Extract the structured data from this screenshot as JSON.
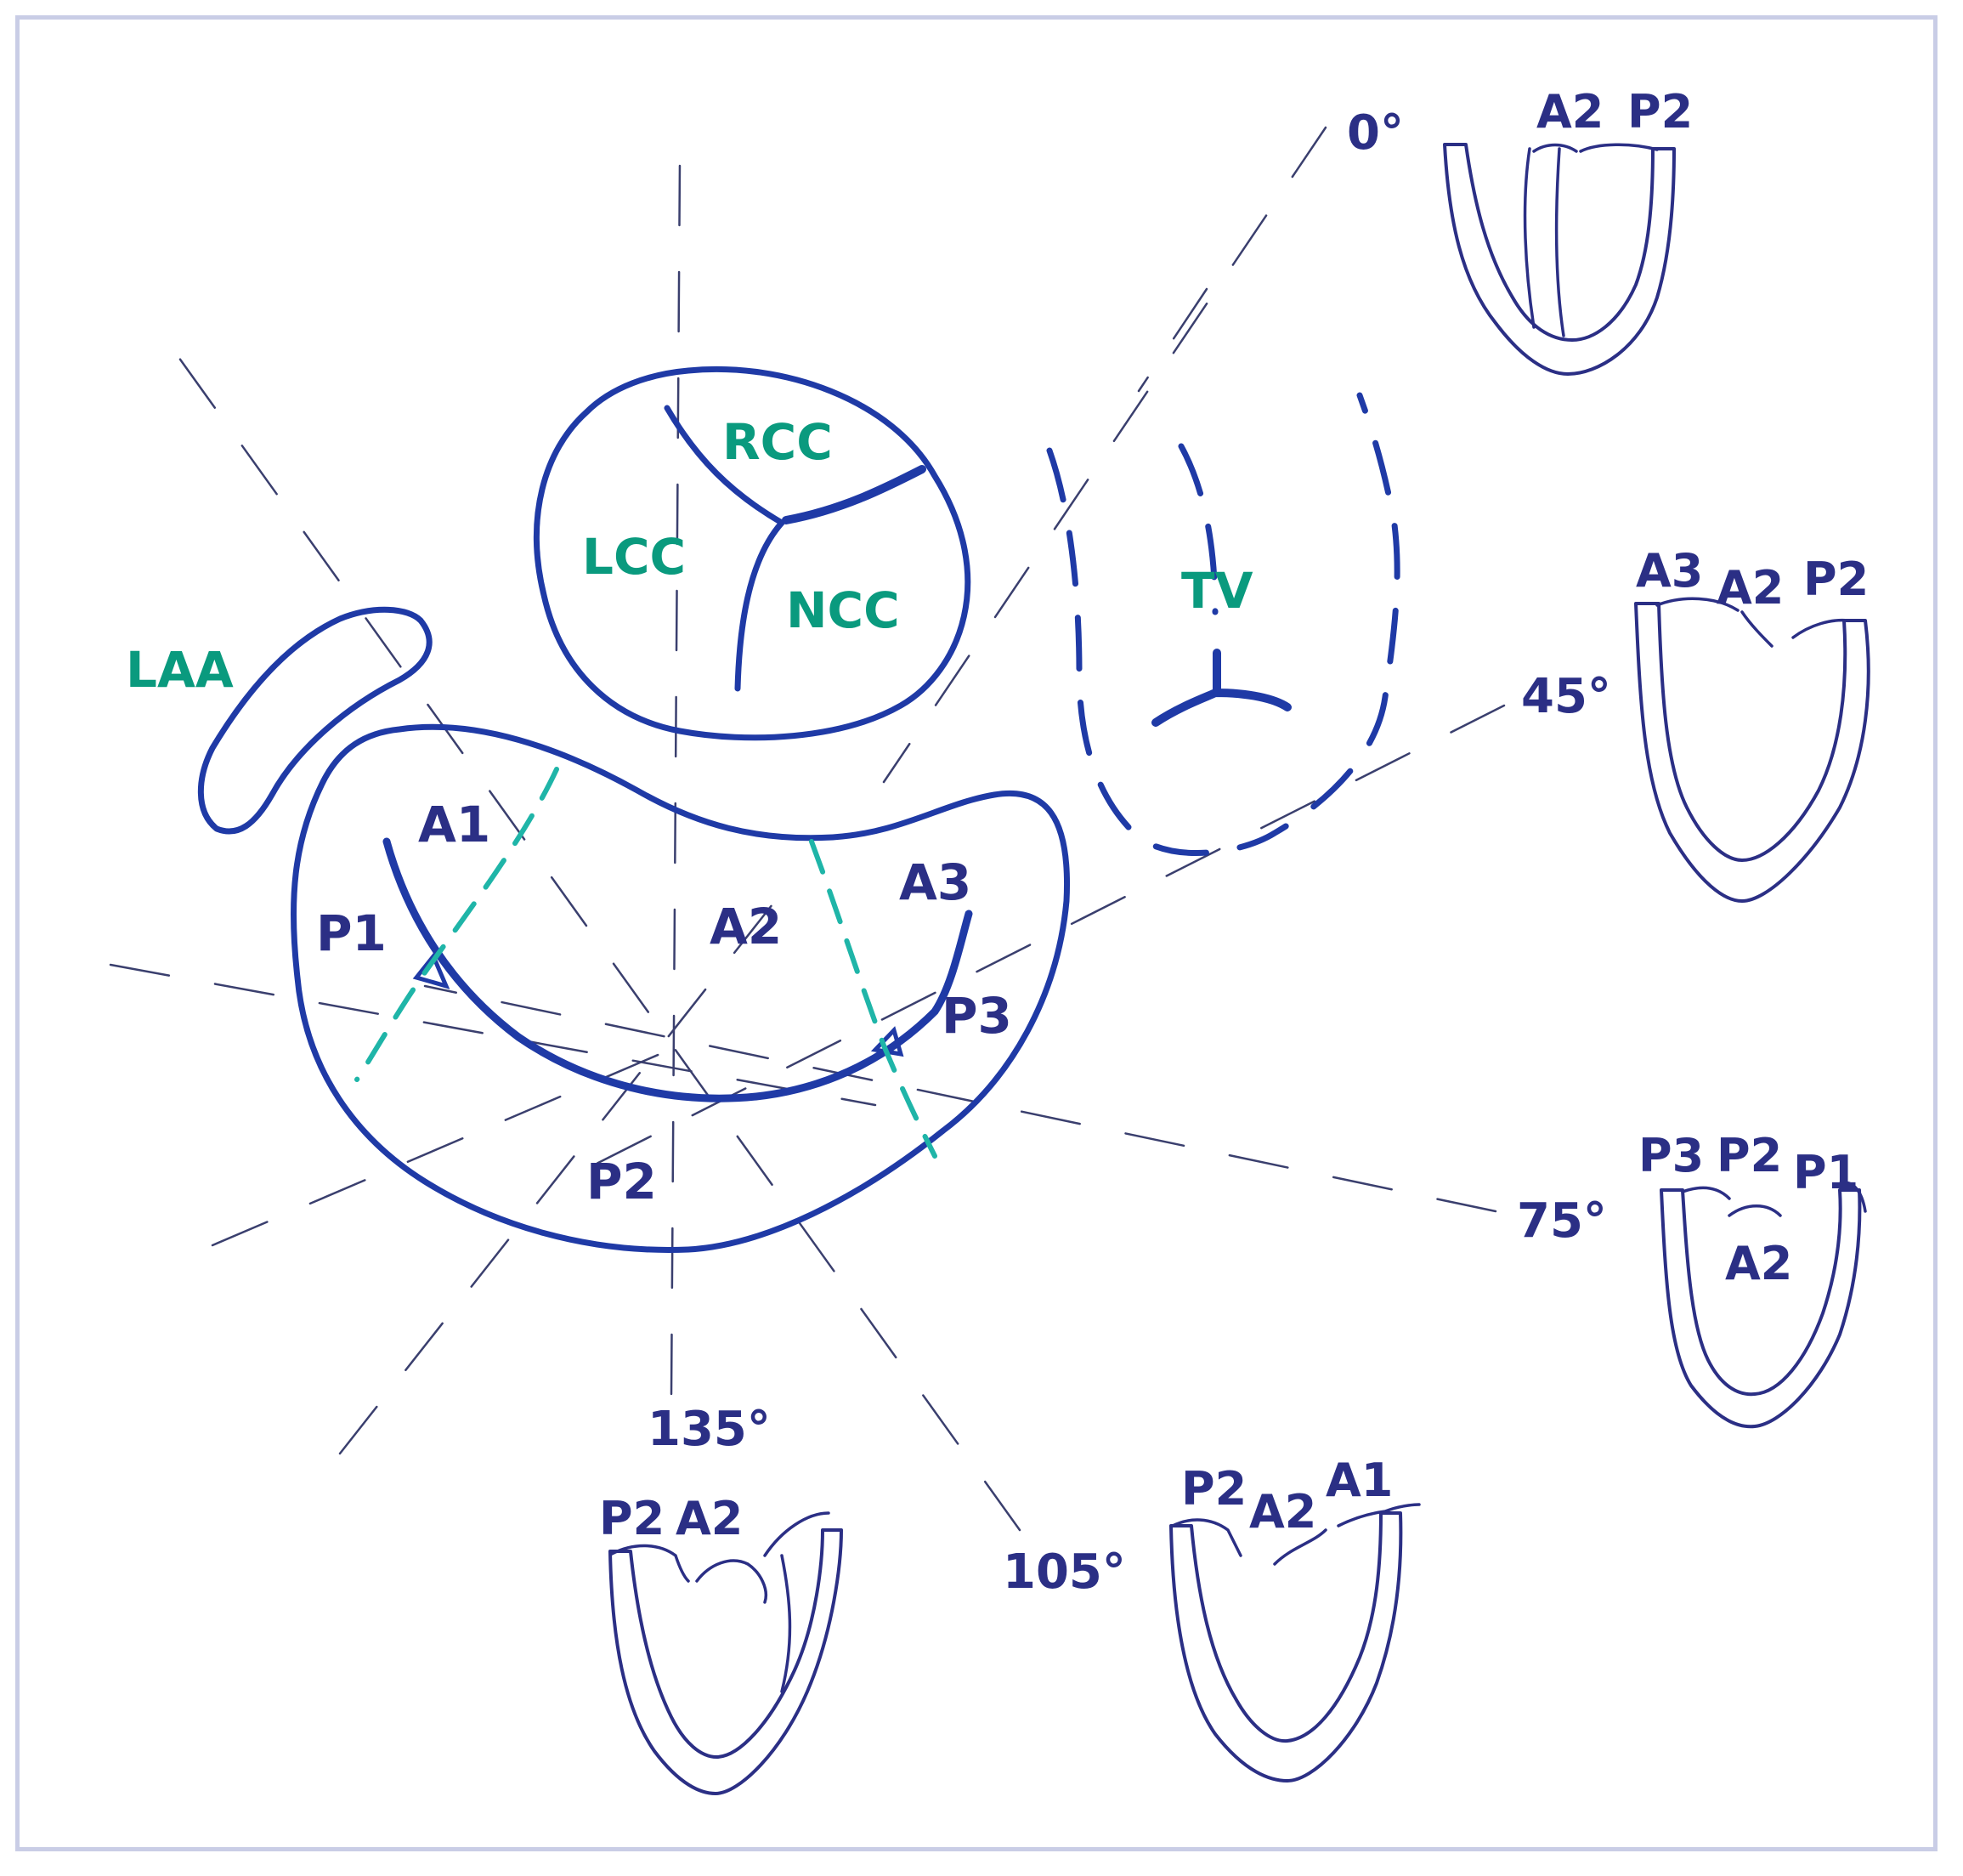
{
  "structures": {
    "aortic_valve": {
      "cusps": {
        "rcc": "RCC",
        "lcc": "LCC",
        "ncc": "NCC"
      }
    },
    "tricuspid_valve": "TV",
    "left_atrial_appendage": "LAA",
    "mitral_valve": {
      "anterior": {
        "a1": "A1",
        "a2": "A2",
        "a3": "A3"
      },
      "posterior": {
        "p1": "P1",
        "p2": "P2",
        "p3": "P3"
      }
    }
  },
  "views": {
    "deg0": {
      "angle": "0°",
      "scallops": [
        "A2",
        "P2"
      ]
    },
    "deg45": {
      "angle": "45°",
      "scallops": [
        "A3",
        "A2",
        "P2"
      ]
    },
    "deg75": {
      "angle": "75°",
      "scallops": [
        "P3",
        "P2",
        "P1",
        "A2"
      ]
    },
    "deg105": {
      "angle": "105°",
      "scallops": [
        "P2",
        "A2",
        "A1"
      ]
    },
    "deg135": {
      "angle": "135°",
      "scallops": [
        "P2",
        "A2"
      ]
    }
  },
  "colors": {
    "outline": "#1f3aa6",
    "label_navy": "#2b2f85",
    "label_teal": "#0a9a7e",
    "segment_dash": "#1fb5a8",
    "frame": "#c9cde6"
  }
}
